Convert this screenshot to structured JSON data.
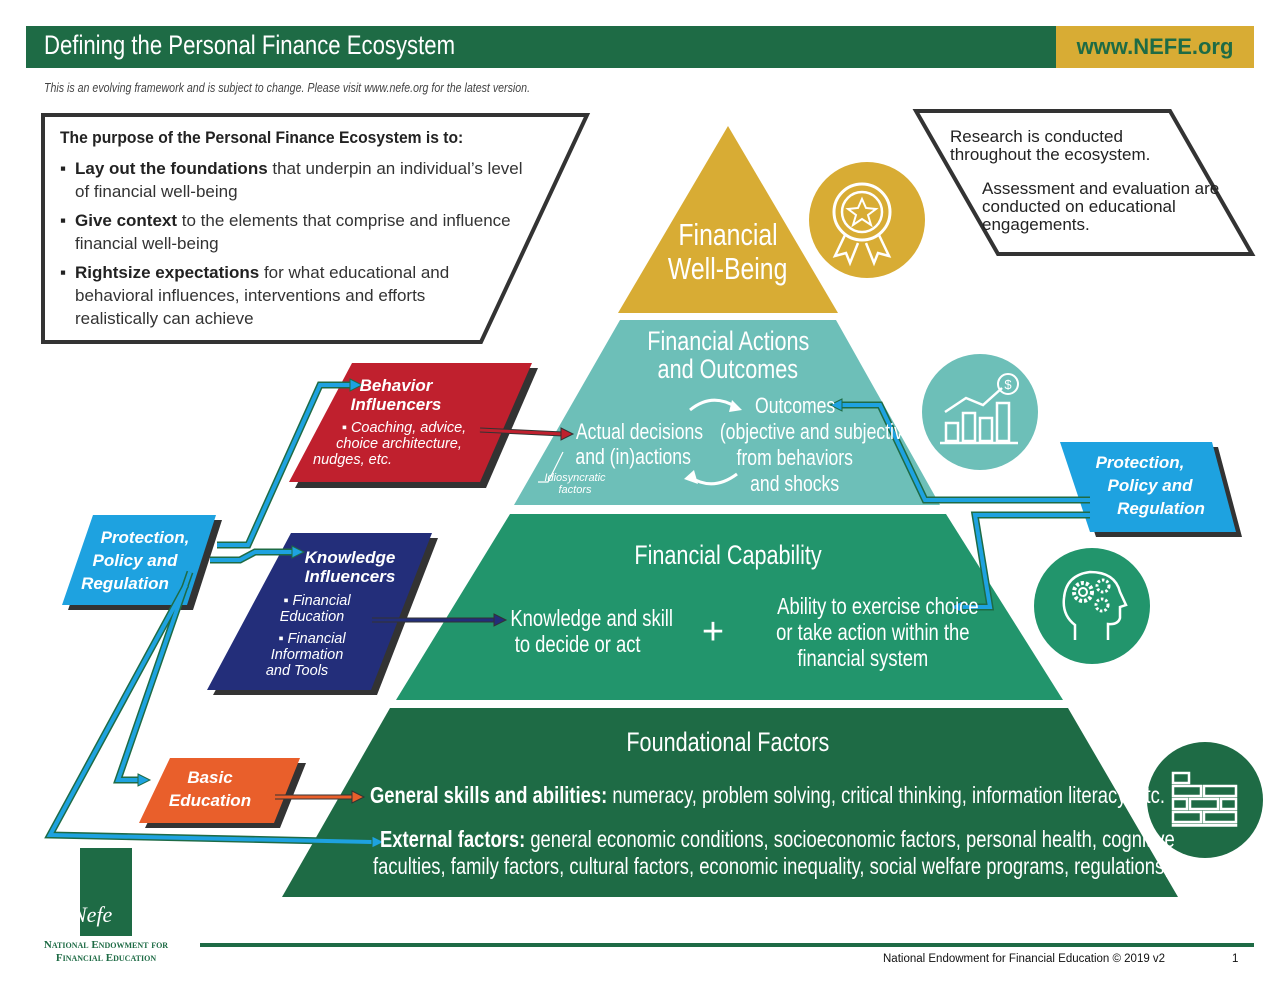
{
  "header": {
    "title": "Defining the Personal Finance Ecosystem",
    "url": "www.NEFE.org",
    "note": "This is an evolving framework and is subject to change. Please visit www.nefe.org for the latest version."
  },
  "purpose": {
    "title": "The purpose of the Personal Finance Ecosystem is to:",
    "items": [
      {
        "bold": "Lay out the foundations",
        "rest": " that underpin an individual’s level of financial well-being"
      },
      {
        "bold": "Give context",
        "rest": " to the elements that comprise and influence financial well-being"
      },
      {
        "bold": "Rightsize expectations",
        "rest": " for what educational and behavioral influences, interventions and efforts realistically can achieve"
      }
    ]
  },
  "research": {
    "line1": "Research is conducted throughout the ecosystem.",
    "line2": "Assessment and evaluation are conducted on educational engagements."
  },
  "pyramid": {
    "wellbeing": {
      "l1": "Financial",
      "l2": "Well-Being"
    },
    "actions": {
      "title1": "Financial Actions",
      "title2": "and Outcomes",
      "left1": "Actual decisions",
      "left2": "and (in)actions",
      "right1": "Outcomes",
      "right2": "(objective and subjective)",
      "right3": "from behaviors",
      "right4": "and shocks",
      "idio1": "Idiosyncratic",
      "idio2": "factors"
    },
    "capability": {
      "title": "Financial Capability",
      "left1": "Knowledge and skill",
      "left2": "to decide or act",
      "plus": "+",
      "right1": "Ability to exercise choice",
      "right2": "or take action within the",
      "right3": "financial system"
    },
    "foundational": {
      "title": "Foundational Factors",
      "general_bold": "General skills and abilities:",
      "general_rest": " numeracy, problem solving, critical thinking, information literacy, etc.",
      "external_bold": "External factors:",
      "external_rest1": " general economic conditions, socioeconomic factors, personal health, cognitive",
      "external_rest2": "faculties, family factors, cultural factors, economic inequality, social welfare programs, regulations, etc."
    }
  },
  "influencers": {
    "behavior": {
      "t1": "Behavior",
      "t2": "Influencers",
      "b1": "▪ Coaching, advice,",
      "b2": "choice architecture,",
      "b3": "nudges, etc."
    },
    "knowledge": {
      "t1": "Knowledge",
      "t2": "Influencers",
      "b1": "▪ Financial",
      "b2": "Education",
      "b3": "▪ Financial",
      "b4": "Information",
      "b5": "and Tools"
    },
    "basic": {
      "t1": "Basic",
      "t2": "Education"
    },
    "protection_left": {
      "t1": "Protection,",
      "t2": "Policy and",
      "t3": "Regulation"
    },
    "protection_right": {
      "t1": "Protection,",
      "t2": "Policy and",
      "t3": "Regulation"
    }
  },
  "icons": [
    "award-icon",
    "growth-chart-icon",
    "brain-gears-icon",
    "brick-wall-icon"
  ],
  "colors": {
    "dark_green": "#1e6b45",
    "gold": "#d8ac34",
    "teal": "#6dbfb8",
    "mid_green": "#22956c",
    "red": "#c0202e",
    "navy": "#232e7a",
    "orange": "#e95f2b",
    "blue": "#1ea2e0"
  },
  "footer": {
    "org_line1": "National Endowment for",
    "org_line2": "Financial Education",
    "logo": "Nefe",
    "copyright": "National Endowment for Financial Education © 2019   v2",
    "page": "1"
  }
}
